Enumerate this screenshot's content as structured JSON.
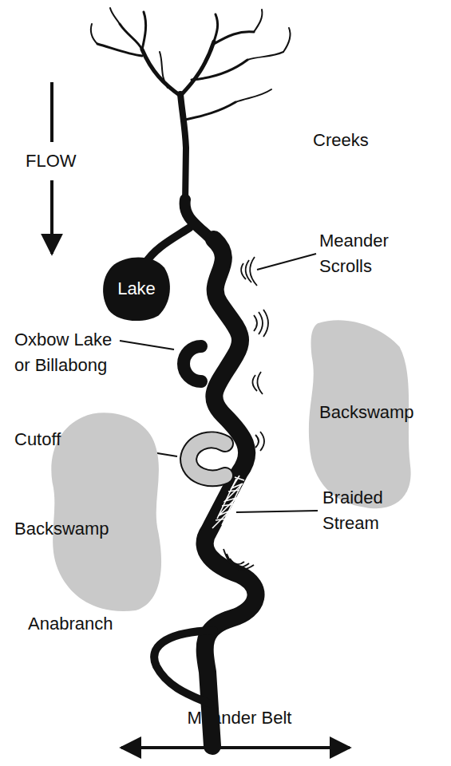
{
  "diagram": {
    "nodes": [
      {
        "text": [
          "Lake"
        ]
      },
      {
        "text": [
          "Backswamp"
        ]
      },
      {
        "text": [
          "Backswamp"
        ]
      }
    ],
    "labels": [
      "FLOW",
      "Creeks",
      "Meander Scrolls",
      "Oxbow Lake or Billabong",
      "Cutoff",
      "Braided Stream",
      "Anabranch",
      "Meander Belt"
    ]
  }
}
